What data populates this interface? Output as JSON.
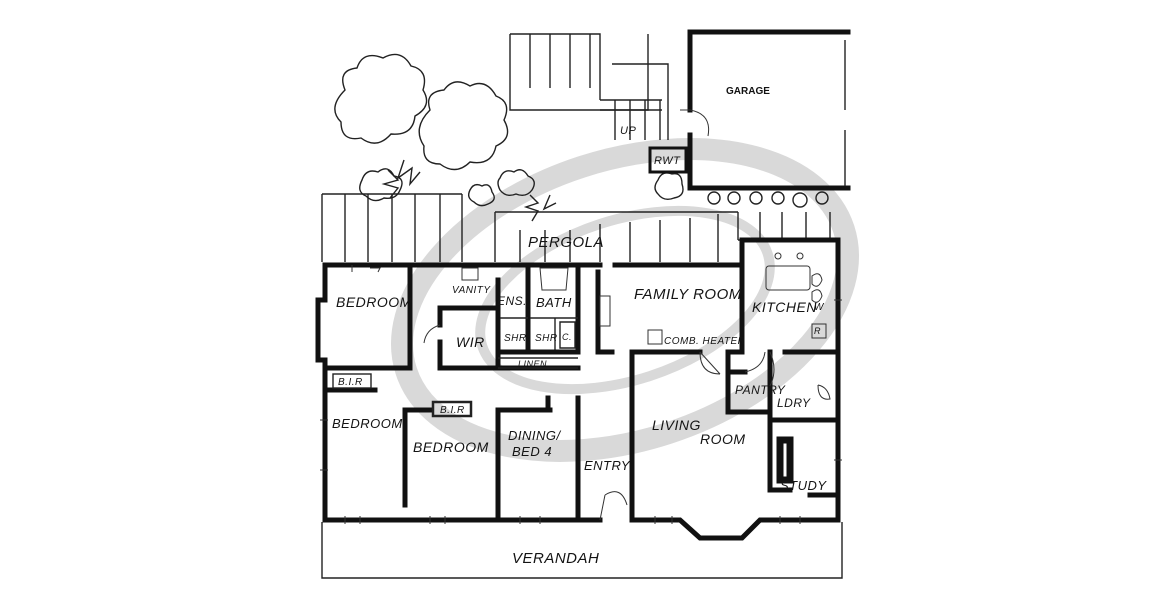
{
  "rooms": {
    "garage": "GARAGE",
    "up": "UP",
    "rwt": "RWT",
    "pergola": "PERGOLA",
    "vanity": "VANITY",
    "ens": "ENS.",
    "bath": "BATH",
    "family_room": "FAMILY ROOM",
    "kitchen": "KITCHEN",
    "bedroom_1": "BEDROOM",
    "wir": "WIR",
    "shr_1": "SHR",
    "shr_2": "SHR",
    "c": "C.",
    "linen": "LINEN",
    "heater": "COMB. HEATER",
    "bir_1": "B.I.R",
    "bir_2": "B.I.R",
    "pantry": "PANTRY",
    "ldry": "LDRY",
    "bedroom_2": "BEDROOM",
    "bedroom_3": "BEDROOM",
    "dining_bed4_line1": "DINING/",
    "dining_bed4_line2": "BED 4",
    "living_line1": "LIVING",
    "living_line2": "ROOM",
    "entry": "ENTRY",
    "study": "STUDY",
    "fridge": "R",
    "washer": "W",
    "verandah": "VERANDAH"
  },
  "colors": {
    "ink": "#111111",
    "watermark": "#d9d9d9",
    "paper": "#ffffff"
  }
}
